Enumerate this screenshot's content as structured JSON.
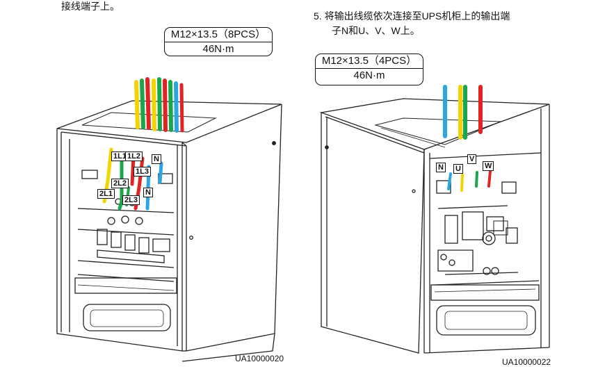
{
  "doc": {
    "left_text_tail": "接线端子上。",
    "step5_text_line1": "5.  将输出线缆依次连接至UPS机柜上的输出端",
    "step5_text_line2": "子N和U、V、W上。"
  },
  "figure_left": {
    "spec_line1": "M12×13.5（8PCS）",
    "spec_line2": "46N·m",
    "terminal_labels": [
      "1L1",
      "1L2",
      "N",
      "1L3",
      "2L2",
      "2L1",
      "N",
      "2L3"
    ],
    "figure_code": "UA10000020"
  },
  "figure_right": {
    "spec_line1": "M12×13.5（4PCS）",
    "spec_line2": "46N·m",
    "terminal_labels": [
      "N",
      "U",
      "V",
      "W"
    ],
    "figure_code": "UA10000022"
  },
  "colors": {
    "yellow": "#f2d400",
    "green": "#1aa64a",
    "red": "#e02424",
    "blue": "#2aa7e0",
    "line": "#222222"
  }
}
